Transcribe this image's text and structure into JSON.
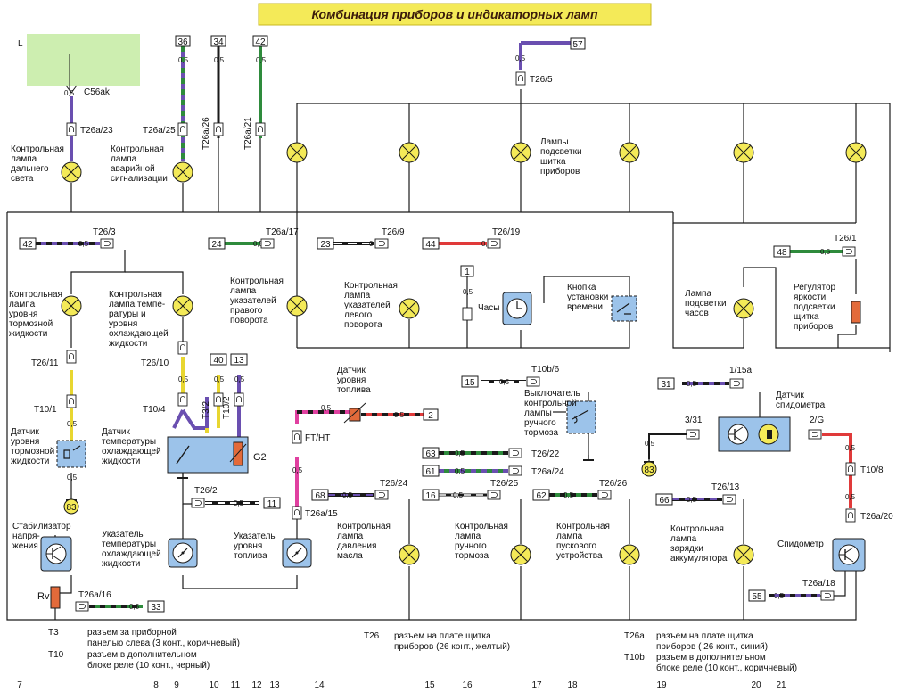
{
  "title": "Комбинация приборов и индикаторных ламп",
  "colors": {
    "title_band": "#f4ea58",
    "green_area": "#cdeeb0",
    "lamp_fill": "#f4ea58",
    "component_fill": "#9cc3ea",
    "ground_circle": "#f4ea58",
    "wire_violet": "#6a4fb0",
    "wire_green": "#2e8b3c",
    "wire_yellow": "#e8d630",
    "wire_red": "#e03a3a",
    "wire_pink": "#e040a0",
    "wire_white": "#ffffff",
    "wire_black": "#1a1a1a"
  },
  "icons": {
    "lamp": "lamp-icon",
    "connector": "connector-icon",
    "ground": "ground-icon",
    "transistor": "transistor-icon",
    "gauge": "gauge-icon",
    "clock": "clock-icon",
    "switch": "switch-icon",
    "resistor": "resistor-icon"
  },
  "top_refs": {
    "L": "L",
    "c56ak": "C56ak",
    "n36": "36",
    "n34": "34",
    "n42": "42",
    "n57": "57",
    "v05": "0,5"
  },
  "connectors": {
    "t26a23": "T26a/23",
    "t26a25": "T26a/25",
    "t26a26": "T26a/26",
    "t26a21": "T26a/21",
    "t26_5": "T26/5",
    "t26_3": "T26/3",
    "t26a17": "T26a/17",
    "t26_9": "T26/9",
    "t26_19": "T26/19",
    "t26_1": "T26/1",
    "t26_11": "T26/11",
    "t10_1": "T10/1",
    "t26_10": "T26/10",
    "t10_4": "T10/4",
    "t3_2": "T3/2",
    "t10_2": "T10/2",
    "ft_ht": "FT/HT",
    "t10b_6": "T10b/6",
    "t26_22": "T26/22",
    "t26a24": "T26a/24",
    "c1_15a": "1/15a",
    "c3_31": "3/31",
    "c2g": "2/G",
    "t10_8": "T10/8",
    "t26_2": "T26/2",
    "t26a15": "T26a/15",
    "t26_24": "T26/24",
    "t26_25": "T26/25",
    "t26_26": "T26/26",
    "t26_13": "T26/13",
    "t26a20": "T26a/20",
    "t26a16": "T26a/16",
    "t26a18": "T26a/18"
  },
  "wire_nums": {
    "n42": "42",
    "n24": "24",
    "n23": "23",
    "n44": "44",
    "n48": "48",
    "n1": "1",
    "n40": "40",
    "n13": "13",
    "n2": "2",
    "n15": "15",
    "n31": "31",
    "n63": "63",
    "n61": "61",
    "n11": "11",
    "n68": "68",
    "n16": "16",
    "n62": "62",
    "n66": "66",
    "n33": "33",
    "n55": "55",
    "n83": "83"
  },
  "components": {
    "high_beam": [
      "Контрольная",
      "лампа",
      "дальнего",
      "света"
    ],
    "hazard": [
      "Контрольная",
      "лампа",
      "аварийной",
      "сигнализации"
    ],
    "panel_lamps": [
      "Лампы",
      "подсветки",
      "щитка",
      "приборов"
    ],
    "brake_fluid_lamp": [
      "Контрольная",
      "лампа",
      "уровня",
      "тормозной",
      "жидкости"
    ],
    "coolant_lamp": [
      "Контрольная",
      "лампа темпе-",
      "ратуры и",
      "уровня",
      "охлаждающей",
      "жидкости"
    ],
    "right_turn": [
      "Контрольная",
      "лампа",
      "указателей",
      "правого",
      "поворота"
    ],
    "left_turn": [
      "Контрольная",
      "лампа",
      "указателей",
      "левого",
      "поворота"
    ],
    "clock": [
      "Часы"
    ],
    "time_button": [
      "Кнопка",
      "установки",
      "времени"
    ],
    "clock_lamp": [
      "Лампа",
      "подсветки",
      "часов"
    ],
    "brightness": [
      "Регулятор",
      "яркости",
      "подсветки",
      "щитка",
      "приборов"
    ],
    "brake_fluid_sensor": [
      "Датчик",
      "уровня",
      "тормозной",
      "жидкости"
    ],
    "coolant_sensor": [
      "Датчик",
      "температуры",
      "охлаждающей",
      "жидкости"
    ],
    "g2": "G2",
    "fuel_sensor": [
      "Датчик",
      "уровня",
      "топлива"
    ],
    "handbrake_switch": [
      "Выключатель",
      "контрольной",
      "лампы",
      "ручного",
      "тормоза"
    ],
    "speed_sensor": [
      "Датчик",
      "спидометра"
    ],
    "stabilizer": [
      "Стабилизатор",
      "напря-",
      "жения"
    ],
    "rv": "Rv",
    "temp_gauge": [
      "Указатель",
      "температуры",
      "охлаждающей",
      "жидкости"
    ],
    "fuel_gauge": [
      "Указатель",
      "уровня",
      "топлива"
    ],
    "oil_lamp": [
      "Контрольная",
      "лампа",
      "давления",
      "масла"
    ],
    "handbrake_lamp": [
      "Контрольная",
      "лампа",
      "ручного",
      "тормоза"
    ],
    "starter_lamp": [
      "Контрольная",
      "лампа",
      "пускового",
      "устройства"
    ],
    "battery_lamp": [
      "Контрольная",
      "лампа",
      "зарядки",
      "аккумулятора"
    ],
    "speedometer": [
      "Спидометр"
    ]
  },
  "legend": [
    {
      "code": "T3",
      "lines": [
        "разъем за приборной",
        "панелью слева (3 конт., коричневый)"
      ]
    },
    {
      "code": "T10",
      "lines": [
        "разъем в дополнительном",
        "блоке реле (10 конт., черный)"
      ]
    },
    {
      "code": "T26",
      "lines": [
        "разъем на плате щитка",
        "приборов (26 конт., желтый)"
      ]
    },
    {
      "code": "T26a",
      "lines": [
        "разъем на плате щитка",
        "приборов ( 26 конт., синий)"
      ]
    },
    {
      "code": "T10b",
      "lines": [
        "разъем в дополнительном",
        "блоке реле (10 конт., коричневый)"
      ]
    }
  ],
  "grid_numbers": [
    "7",
    "8",
    "9",
    "10",
    "11",
    "12",
    "13",
    "14",
    "15",
    "16",
    "17",
    "18",
    "19",
    "20",
    "21"
  ]
}
